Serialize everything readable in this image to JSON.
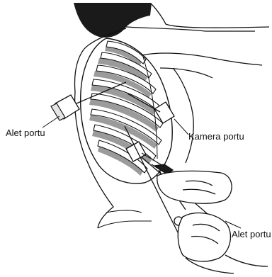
{
  "labels": {
    "left_port": "Alet portu",
    "camera_port": "Kamera portu",
    "right_port": "Alet portu"
  },
  "colors": {
    "ink": "#111111",
    "rib_shade": "#8a8a8a",
    "hair": "#1a1a1a",
    "background": "#ffffff"
  }
}
